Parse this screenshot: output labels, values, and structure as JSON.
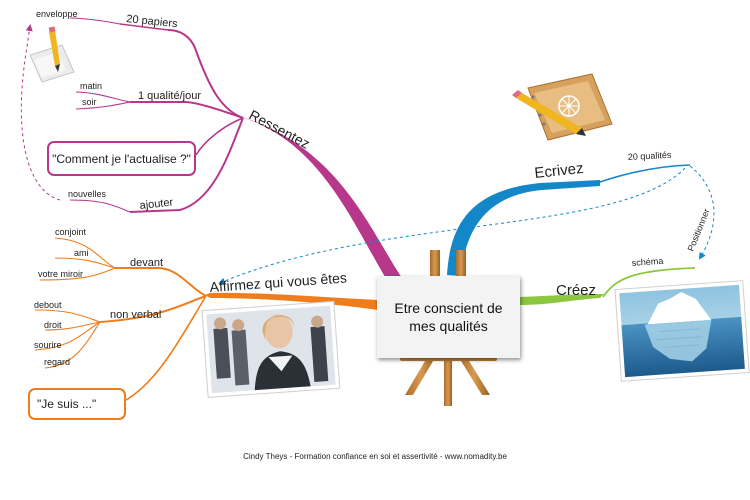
{
  "center": {
    "line1": "Etre conscient de",
    "line2": "mes qualités"
  },
  "branches": {
    "ressentez": {
      "label": "Ressentez",
      "color": "#b7378b",
      "papiers": {
        "label": "20 papiers",
        "children": [
          "enveloppe"
        ]
      },
      "qualite": {
        "label": "1 qualité/jour",
        "children": [
          "matin",
          "soir"
        ]
      },
      "quote": "\"Comment je l'actualise ?\"",
      "ajouter": {
        "label": "ajouter",
        "children": [
          "nouvelles"
        ]
      }
    },
    "ecrivez": {
      "label": "Ecrivez",
      "color": "#1387c8",
      "child": "20 qualités"
    },
    "creez": {
      "label": "Créez",
      "color": "#8dc63f",
      "child": "schéma",
      "link": "Positionner"
    },
    "affirmez": {
      "label": "Affirmez qui vous êtes",
      "color": "#f07d1b",
      "devant": {
        "label": "devant",
        "children": [
          "conjoint",
          "ami",
          "votre miroir"
        ]
      },
      "nonverbal": {
        "label": "non verbal",
        "children": [
          "debout",
          "droit",
          "sourire",
          "regard"
        ]
      },
      "quote": "\"Je suis ...\""
    }
  },
  "footer": "Cindy Theys - Formation confiance en soi et assertivité - www.nomadity.be",
  "icons": [
    "pencil-paper-icon",
    "notebook-pencil-icon",
    "iceberg-image",
    "business-woman-photo",
    "easel-icon"
  ]
}
